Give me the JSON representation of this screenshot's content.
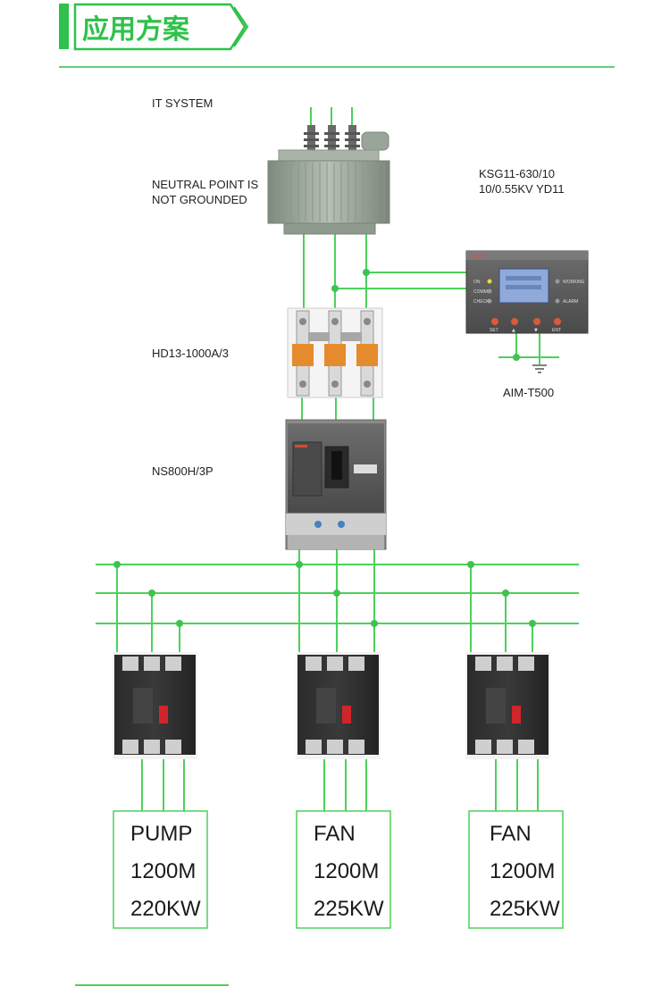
{
  "header": {
    "title": "应用方案"
  },
  "colors": {
    "accent": "#2fc14b",
    "line": "#4cd15b"
  },
  "labels": {
    "system": "IT SYSTEM",
    "neutral_line1": "NEUTRAL POINT IS",
    "neutral_line2": "NOT GROUNDED",
    "transformer_line1": "KSG11-630/10",
    "transformer_line2": "10/0.55KV YD11",
    "monitor": "AIM-T500",
    "disconnector": "HD13-1000A/3",
    "breaker": "NS800H/3P"
  },
  "monitor_screen": {
    "brand": "Acrel",
    "left_leds": [
      "ON",
      "COMM",
      "CHECK"
    ],
    "right_leds": [
      "WORKING",
      "ALARM"
    ],
    "buttons": [
      "SET",
      "▲",
      "▼",
      "ENT"
    ]
  },
  "loads": [
    {
      "name": "PUMP",
      "length": "1200M",
      "power": "220KW"
    },
    {
      "name": "FAN",
      "length": "1200M",
      "power": "225KW"
    },
    {
      "name": "FAN",
      "length": "1200M",
      "power": "225KW"
    }
  ]
}
